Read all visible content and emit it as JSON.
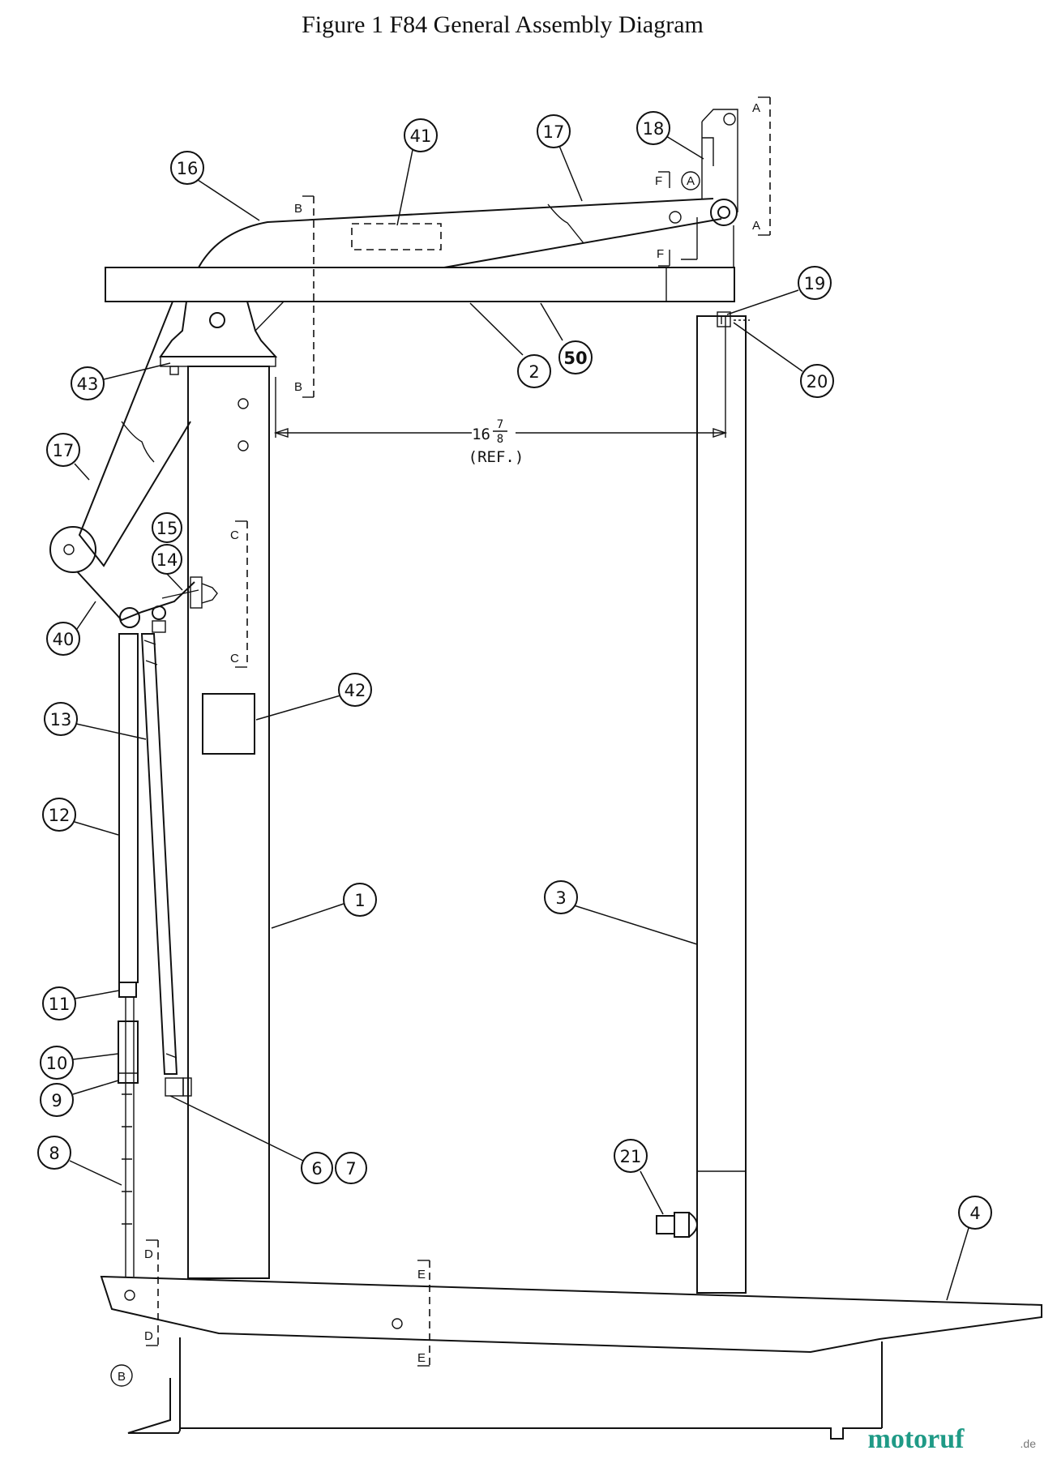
{
  "title": "Figure 1  F84 General Assembly Diagram",
  "dimension": {
    "value": "16 7/8",
    "whole": "16",
    "num": "7",
    "den": "8",
    "note": "(REF.)"
  },
  "callouts": [
    {
      "id": "c16",
      "label": "16"
    },
    {
      "id": "c41",
      "label": "41"
    },
    {
      "id": "c17a",
      "label": "17"
    },
    {
      "id": "c18",
      "label": "18"
    },
    {
      "id": "c19",
      "label": "19"
    },
    {
      "id": "c20",
      "label": "20"
    },
    {
      "id": "c43",
      "label": "43"
    },
    {
      "id": "c2",
      "label": "2"
    },
    {
      "id": "c50",
      "label": "50"
    },
    {
      "id": "c17b",
      "label": "17"
    },
    {
      "id": "c15",
      "label": "15"
    },
    {
      "id": "c14",
      "label": "14"
    },
    {
      "id": "c40",
      "label": "40"
    },
    {
      "id": "c42",
      "label": "42"
    },
    {
      "id": "c13",
      "label": "13"
    },
    {
      "id": "c12",
      "label": "12"
    },
    {
      "id": "c1",
      "label": "1"
    },
    {
      "id": "c3",
      "label": "3"
    },
    {
      "id": "c11",
      "label": "11"
    },
    {
      "id": "c10",
      "label": "10"
    },
    {
      "id": "c9",
      "label": "9"
    },
    {
      "id": "c8",
      "label": "8"
    },
    {
      "id": "c6",
      "label": "6"
    },
    {
      "id": "c7",
      "label": "7"
    },
    {
      "id": "c21",
      "label": "21"
    },
    {
      "id": "c4",
      "label": "4"
    }
  ],
  "section_marks": {
    "A": "A",
    "B": "B",
    "C": "C",
    "D": "D",
    "E": "E",
    "F": "F"
  },
  "view_marks": {
    "a_circle": "A",
    "b_circle": "B"
  },
  "watermark": {
    "main": "motoruf",
    "suffix": ".de"
  }
}
